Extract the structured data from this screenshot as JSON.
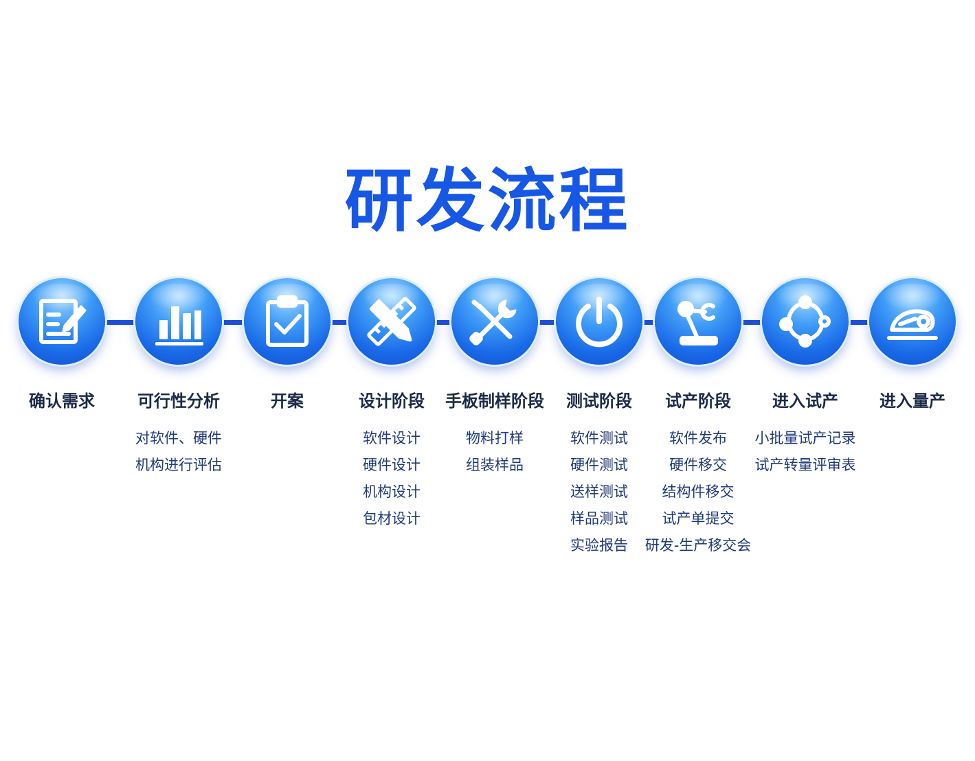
{
  "title": "研发流程",
  "colors": {
    "title": "#1757e6",
    "connector": "#1f4fd6",
    "icon_gradient_light": "#9fd6ff",
    "icon_gradient_dark": "#0f4fcf",
    "label": "#1c2a48",
    "detail_text": "#1f3a7a"
  },
  "steps": [
    {
      "label": "确认需求",
      "icon": "document-edit-icon",
      "details": []
    },
    {
      "label": "可行性分析",
      "icon": "bar-chart-icon",
      "details": [
        "对软件、硬件",
        "机构进行评估"
      ]
    },
    {
      "label": "开案",
      "icon": "clipboard-check-icon",
      "details": []
    },
    {
      "label": "设计阶段",
      "icon": "ruler-pencil-icon",
      "details": [
        "软件设计",
        "硬件设计",
        "机构设计",
        "包材设计"
      ]
    },
    {
      "label": "手板制样阶段",
      "icon": "wrench-screwdriver-icon",
      "details": [
        "物料打样",
        "组装样品"
      ]
    },
    {
      "label": "测试阶段",
      "icon": "gauge-icon",
      "details": [
        "软件测试",
        "硬件测试",
        "送样测试",
        "样品测试",
        "实验报告"
      ]
    },
    {
      "label": "试产阶段",
      "icon": "robot-arm-icon",
      "details": [
        "软件发布",
        "硬件移交",
        "结构件移交",
        "试产单提交",
        "研发-生产移交会"
      ]
    },
    {
      "label": "进入试产",
      "icon": "cycle-icon",
      "details": [
        "小批量试产记录",
        "试产转量评审表"
      ]
    },
    {
      "label": "进入量产",
      "icon": "conveyor-icon",
      "details": []
    }
  ]
}
